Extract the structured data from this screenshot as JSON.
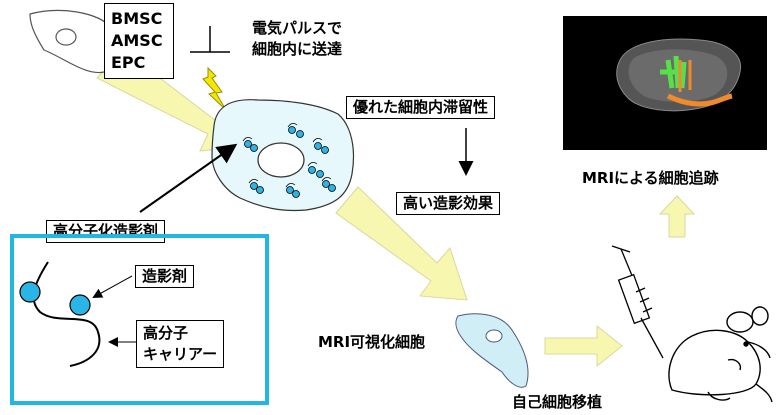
{
  "cell_types": [
    "BMSC",
    "AMSC",
    "EPC"
  ],
  "electroporation": [
    "電気パルスで",
    "細胞内に送達"
  ],
  "retention": "優れた細胞内滞留性",
  "contrast_effect": "高い造影効果",
  "polymer_agent": "高分子化造影剤",
  "contrast_agent": "造影剤",
  "polymer_carrier": [
    "高分子",
    "キャリアー"
  ],
  "mri_visible_cell": "MRI可視化細胞",
  "autologous_transplant": "自己細胞移植",
  "mri_tracking": "MRIによる細胞追跡",
  "colors": {
    "arrow_fill": "#f7f7b0",
    "cell_fill": "#e6f8fb",
    "particle": "#29b6e6",
    "panel_border": "#23b5e8",
    "bolt": "#f3e600",
    "mri_bg": "#000000",
    "mri_green": "#57e04a",
    "mri_orange": "#f08a2c"
  },
  "icons": [
    "cell-icon",
    "large-cell-icon",
    "lightning-bolt-icon",
    "syringe-icon",
    "mouse-icon",
    "mri-brain-image"
  ]
}
